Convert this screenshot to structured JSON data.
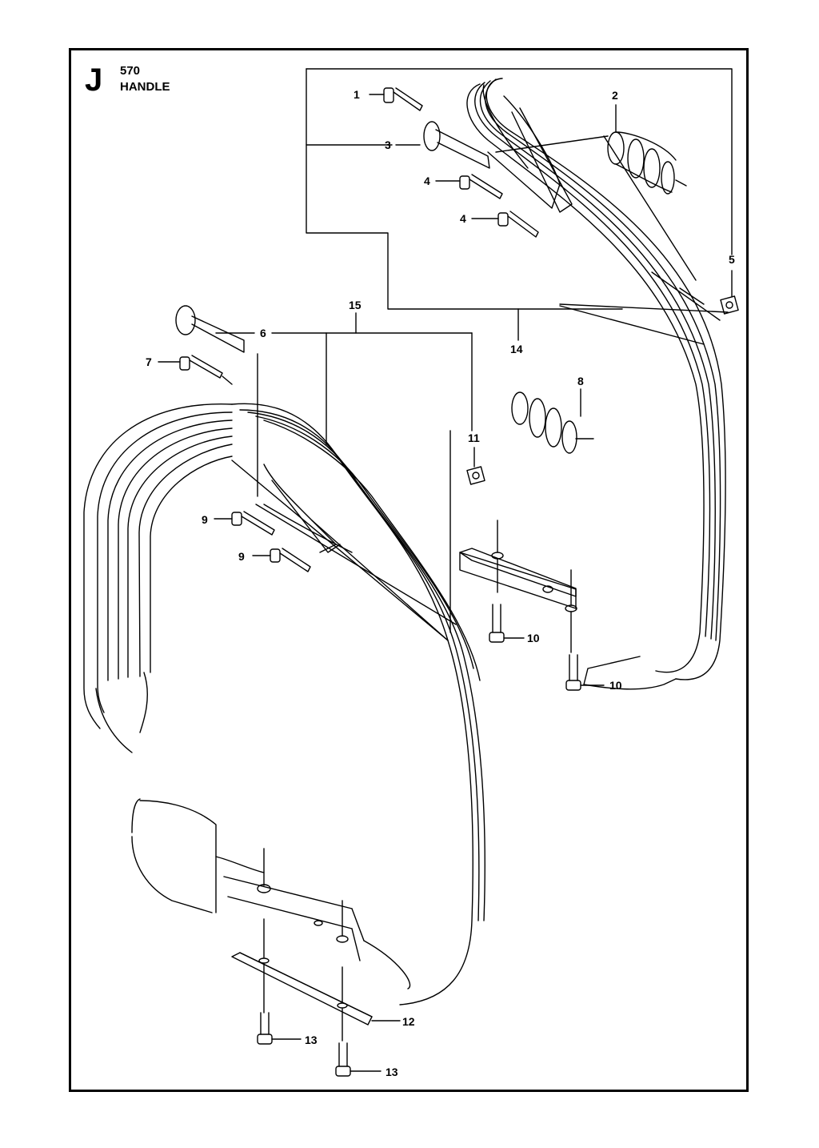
{
  "header": {
    "section_letter": "J",
    "model": "570",
    "title": "HANDLE"
  },
  "callouts": [
    "1",
    "2",
    "3",
    "4",
    "4",
    "5",
    "6",
    "7",
    "8",
    "9",
    "9",
    "10",
    "10",
    "11",
    "12",
    "13",
    "13",
    "14",
    "15"
  ],
  "colors": {
    "line": "#000000",
    "background": "#ffffff"
  }
}
